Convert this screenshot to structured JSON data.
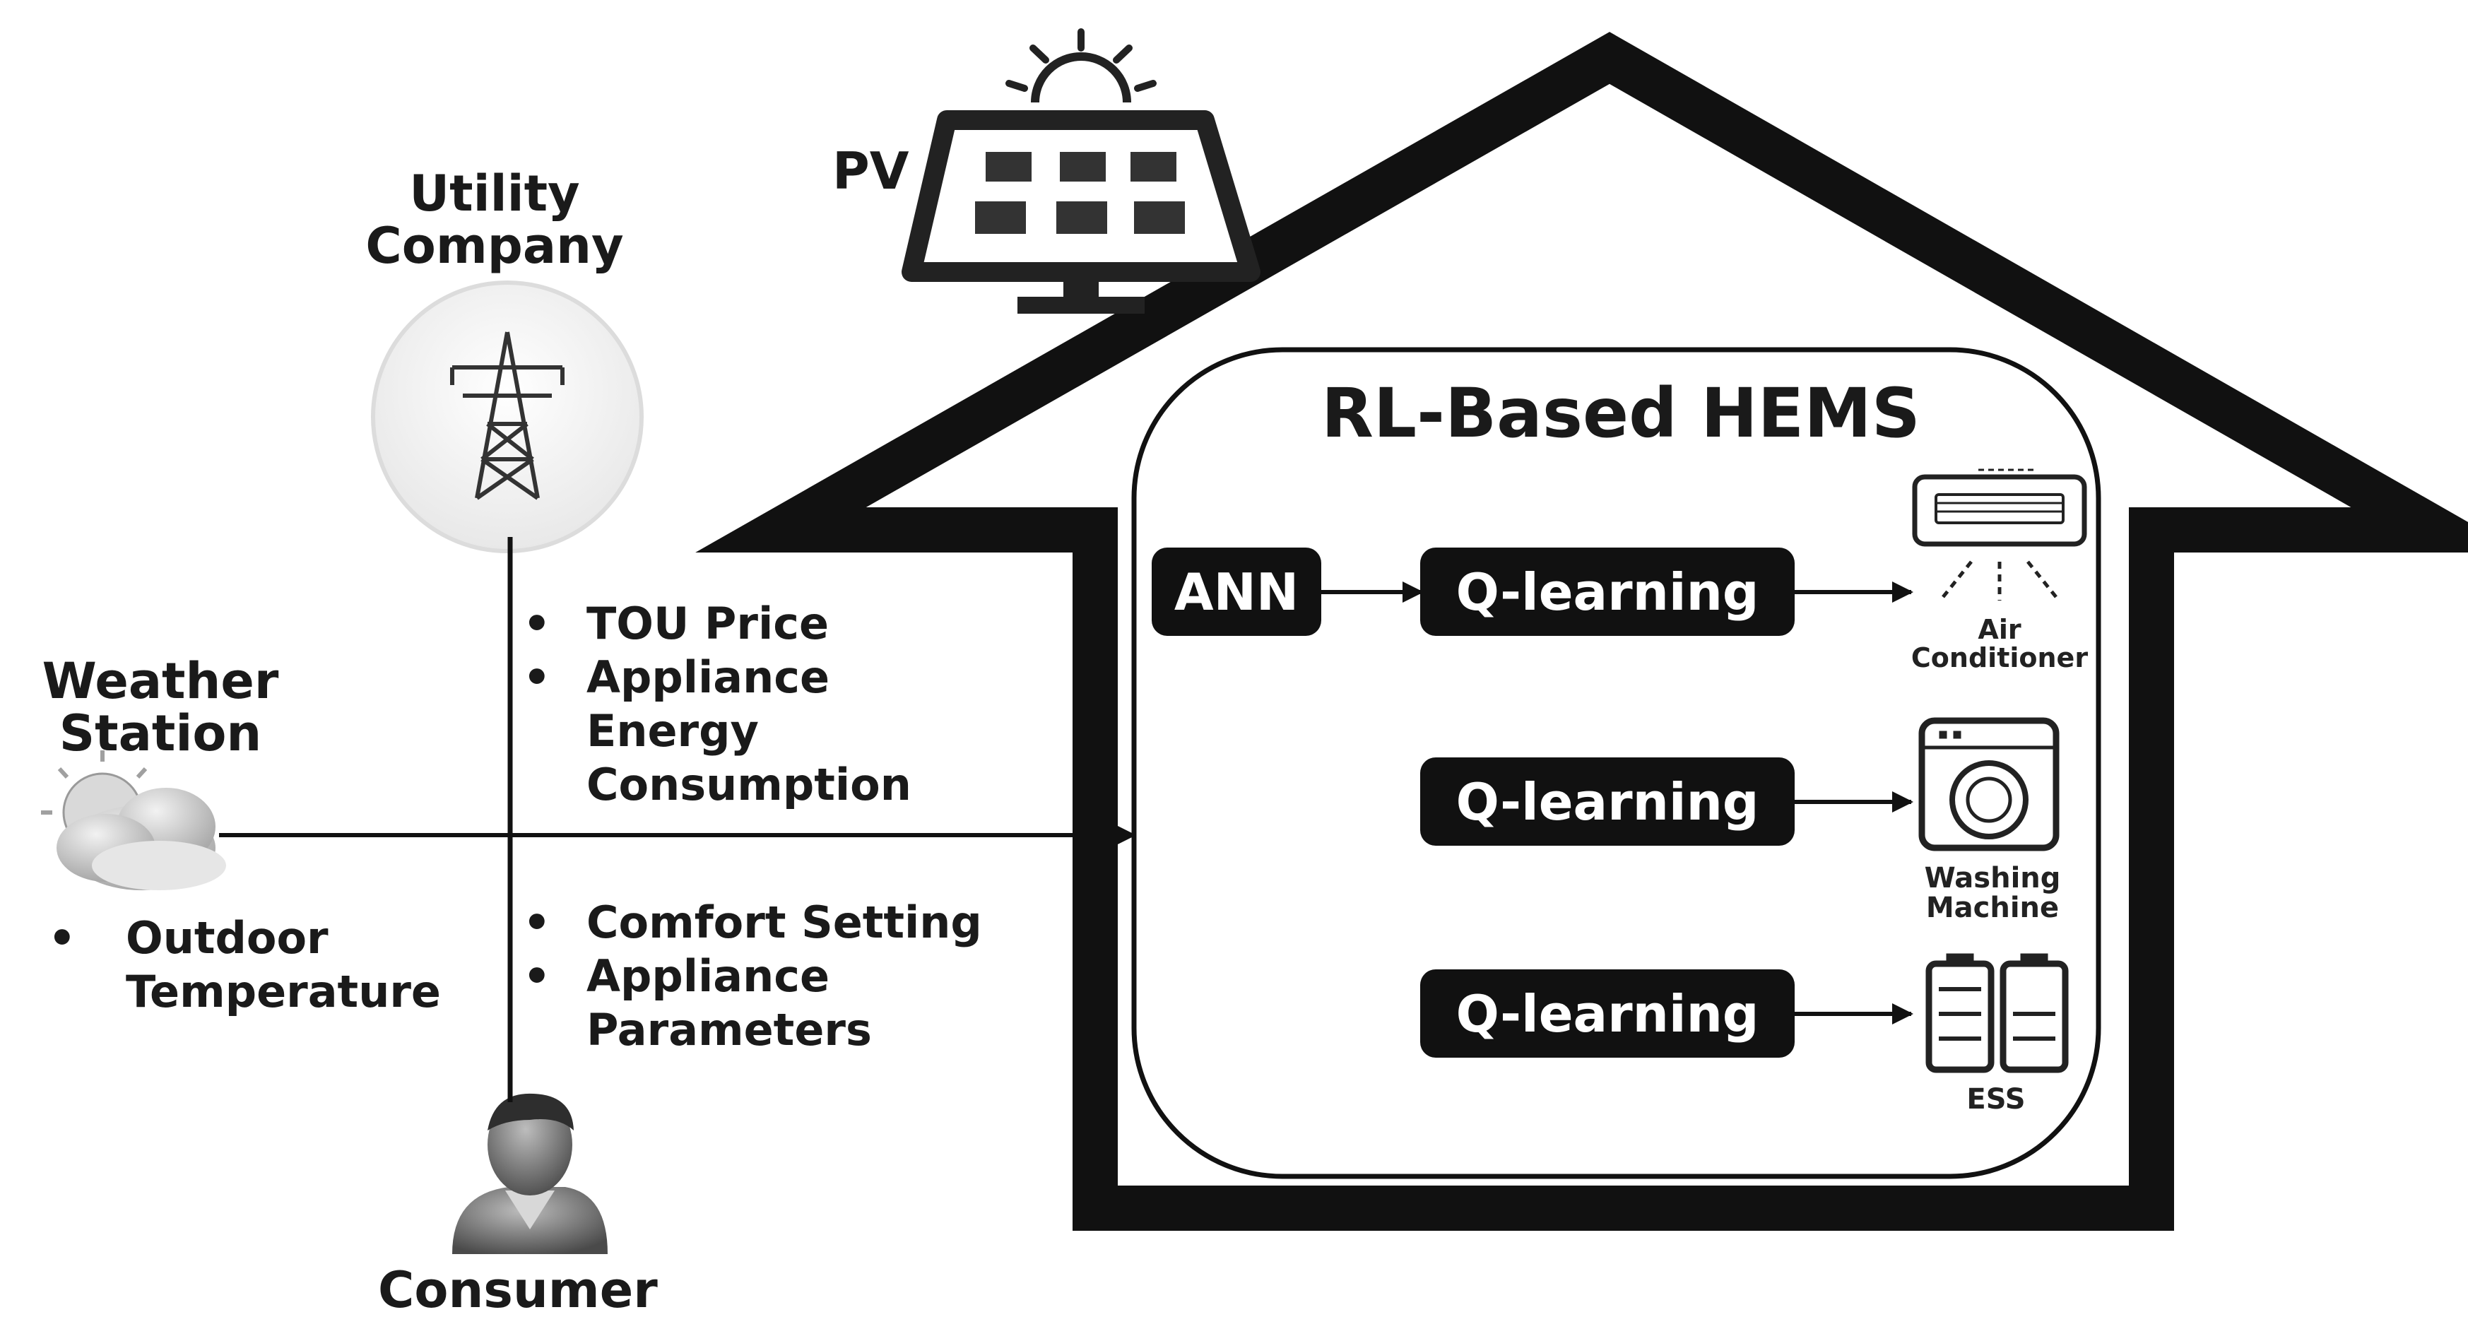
{
  "labels": {
    "utility": "Utility\nCompany",
    "pv": "PV",
    "weather": "Weather\nStation",
    "consumer": "Consumer",
    "hems_title": "RL-Based HEMS"
  },
  "utility_info": [
    "TOU Price",
    "Appliance\nEnergy\nConsumption"
  ],
  "consumer_info": [
    "Comfort Setting",
    "Appliance\nParameters"
  ],
  "weather_info": [
    "Outdoor\nTemperature"
  ],
  "bullet": "•",
  "blocks": {
    "ann": "ANN",
    "q1": "Q-learning",
    "q2": "Q-learning",
    "q3": "Q-learning"
  },
  "appliances": {
    "air_conditioner": "Air\nConditioner",
    "washing_machine": "Washing\nMachine",
    "ess": "ESS"
  }
}
